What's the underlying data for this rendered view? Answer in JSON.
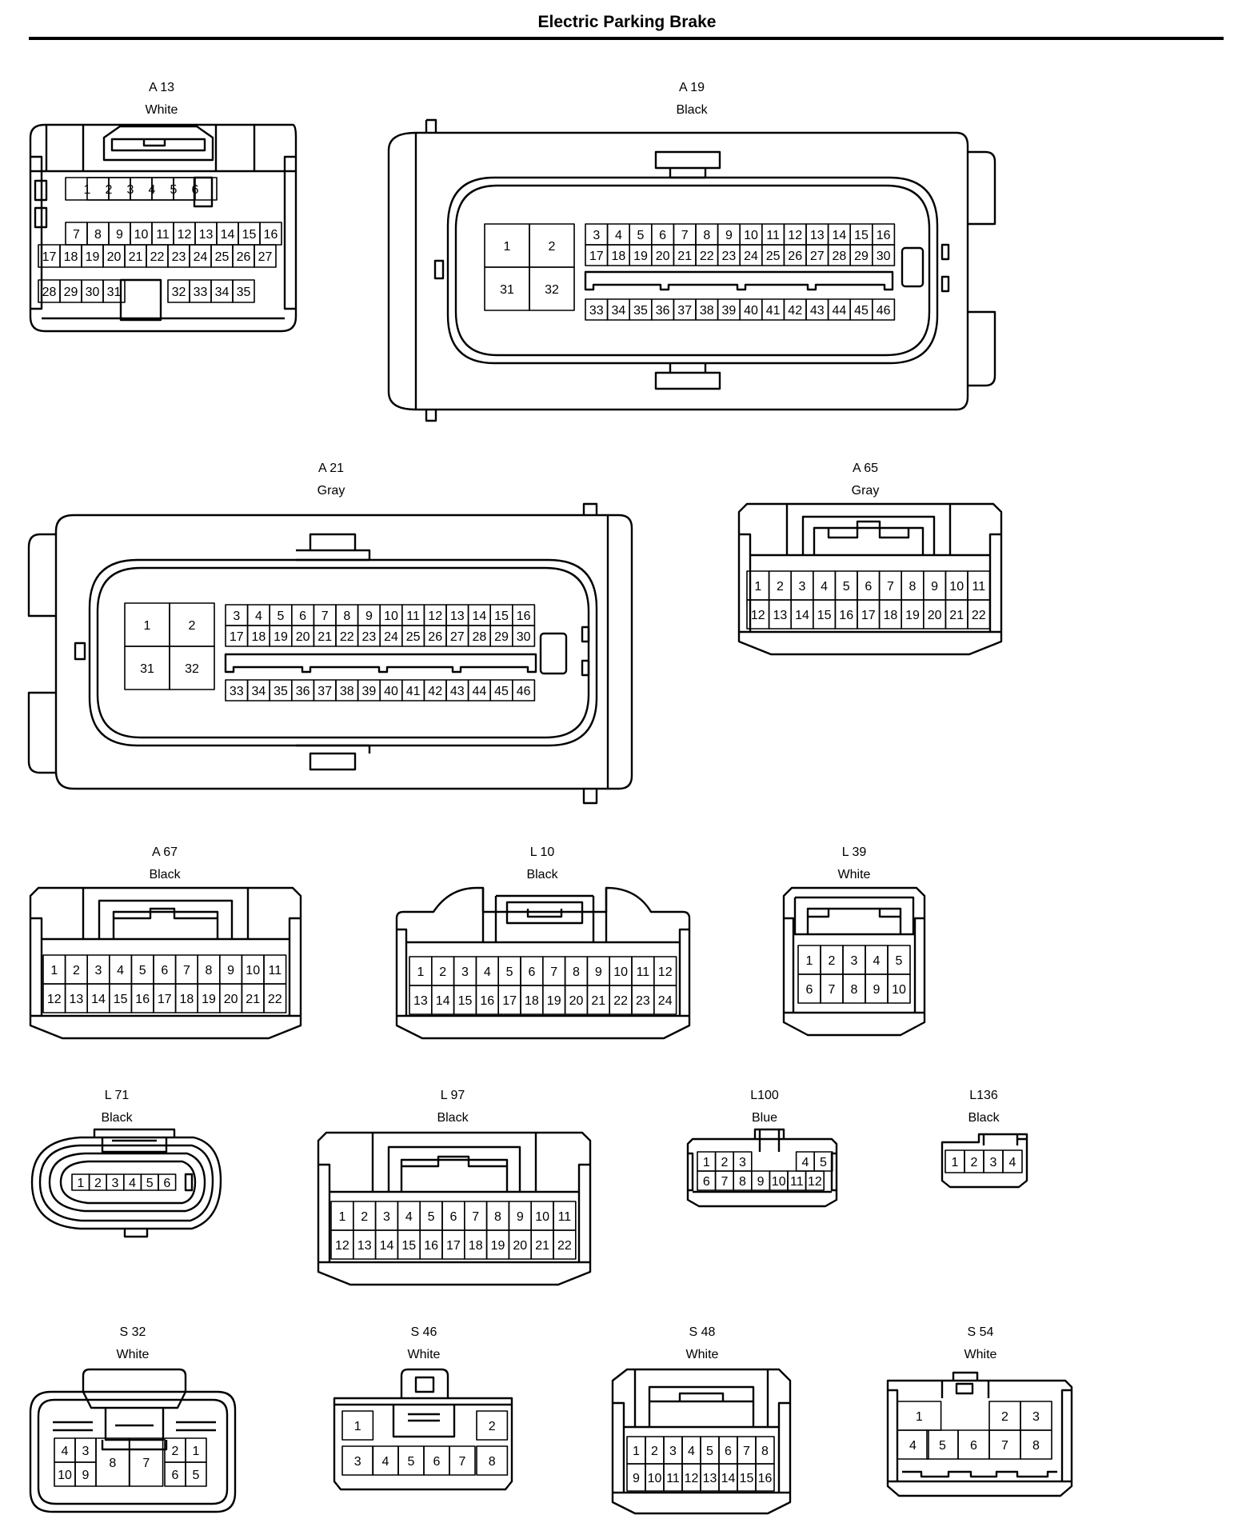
{
  "page_title": "Electric Parking Brake",
  "connectors": [
    {
      "id": "A 13",
      "color": "White",
      "rows": [
        [
          "1",
          "2",
          "3",
          "4",
          "5",
          "6"
        ],
        [
          "7",
          "8",
          "9",
          "10",
          "11",
          "12",
          "13",
          "14",
          "15",
          "16"
        ],
        [
          "17",
          "18",
          "19",
          "20",
          "21",
          "22",
          "23",
          "24",
          "25",
          "26",
          "27"
        ],
        [
          "28",
          "29",
          "30",
          "31",
          "32",
          "33",
          "34",
          "35"
        ]
      ]
    },
    {
      "id": "A 19",
      "color": "Black",
      "blocks": [
        [
          "1",
          "2"
        ],
        [
          "31",
          "32"
        ]
      ],
      "rows": [
        [
          "3",
          "4",
          "5",
          "6",
          "7",
          "8",
          "9",
          "10",
          "11",
          "12",
          "13",
          "14",
          "15",
          "16"
        ],
        [
          "17",
          "18",
          "19",
          "20",
          "21",
          "22",
          "23",
          "24",
          "25",
          "26",
          "27",
          "28",
          "29",
          "30"
        ],
        [
          "33",
          "34",
          "35",
          "36",
          "37",
          "38",
          "39",
          "40",
          "41",
          "42",
          "43",
          "44",
          "45",
          "46"
        ]
      ]
    },
    {
      "id": "A 21",
      "color": "Gray",
      "blocks": [
        [
          "1",
          "2"
        ],
        [
          "31",
          "32"
        ]
      ],
      "rows": [
        [
          "3",
          "4",
          "5",
          "6",
          "7",
          "8",
          "9",
          "10",
          "11",
          "12",
          "13",
          "14",
          "15",
          "16"
        ],
        [
          "17",
          "18",
          "19",
          "20",
          "21",
          "22",
          "23",
          "24",
          "25",
          "26",
          "27",
          "28",
          "29",
          "30"
        ],
        [
          "33",
          "34",
          "35",
          "36",
          "37",
          "38",
          "39",
          "40",
          "41",
          "42",
          "43",
          "44",
          "45",
          "46"
        ]
      ]
    },
    {
      "id": "A 65",
      "color": "Gray",
      "rows": [
        [
          "1",
          "2",
          "3",
          "4",
          "5",
          "6",
          "7",
          "8",
          "9",
          "10",
          "11"
        ],
        [
          "12",
          "13",
          "14",
          "15",
          "16",
          "17",
          "18",
          "19",
          "20",
          "21",
          "22"
        ]
      ]
    },
    {
      "id": "A 67",
      "color": "Black",
      "rows": [
        [
          "1",
          "2",
          "3",
          "4",
          "5",
          "6",
          "7",
          "8",
          "9",
          "10",
          "11"
        ],
        [
          "12",
          "13",
          "14",
          "15",
          "16",
          "17",
          "18",
          "19",
          "20",
          "21",
          "22"
        ]
      ]
    },
    {
      "id": "L 10",
      "color": "Black",
      "rows": [
        [
          "1",
          "2",
          "3",
          "4",
          "5",
          "6",
          "7",
          "8",
          "9",
          "10",
          "11",
          "12"
        ],
        [
          "13",
          "14",
          "15",
          "16",
          "17",
          "18",
          "19",
          "20",
          "21",
          "22",
          "23",
          "24"
        ]
      ]
    },
    {
      "id": "L 39",
      "color": "White",
      "rows": [
        [
          "1",
          "2",
          "3",
          "4",
          "5"
        ],
        [
          "6",
          "7",
          "8",
          "9",
          "10"
        ]
      ]
    },
    {
      "id": "L 71",
      "color": "Black",
      "rows": [
        [
          "1",
          "2",
          "3",
          "4",
          "5",
          "6"
        ]
      ]
    },
    {
      "id": "L 97",
      "color": "Black",
      "rows": [
        [
          "1",
          "2",
          "3",
          "4",
          "5",
          "6",
          "7",
          "8",
          "9",
          "10",
          "11"
        ],
        [
          "12",
          "13",
          "14",
          "15",
          "16",
          "17",
          "18",
          "19",
          "20",
          "21",
          "22"
        ]
      ]
    },
    {
      "id": "L100",
      "color": "Blue",
      "rows": [
        [
          "1",
          "2",
          "3",
          "4",
          "5"
        ],
        [
          "6",
          "7",
          "8",
          "9",
          "10",
          "11",
          "12"
        ]
      ]
    },
    {
      "id": "L136",
      "color": "Black",
      "rows": [
        [
          "1",
          "2",
          "3",
          "4"
        ]
      ]
    },
    {
      "id": "S 32",
      "color": "White",
      "rows": [
        [
          "4",
          "3",
          "2",
          "1"
        ],
        [
          "10",
          "9",
          "8",
          "7",
          "6",
          "5"
        ]
      ]
    },
    {
      "id": "S 46",
      "color": "White",
      "rows": [
        [
          "1",
          "2"
        ],
        [
          "3",
          "4",
          "5",
          "6",
          "7",
          "8"
        ]
      ]
    },
    {
      "id": "S 48",
      "color": "White",
      "rows": [
        [
          "1",
          "2",
          "3",
          "4",
          "5",
          "6",
          "7",
          "8"
        ],
        [
          "9",
          "10",
          "11",
          "12",
          "13",
          "14",
          "15",
          "16"
        ]
      ]
    },
    {
      "id": "S 54",
      "color": "White",
      "rows": [
        [
          "1",
          "2",
          "3"
        ],
        [
          "4",
          "5",
          "6",
          "7",
          "8"
        ]
      ]
    }
  ]
}
